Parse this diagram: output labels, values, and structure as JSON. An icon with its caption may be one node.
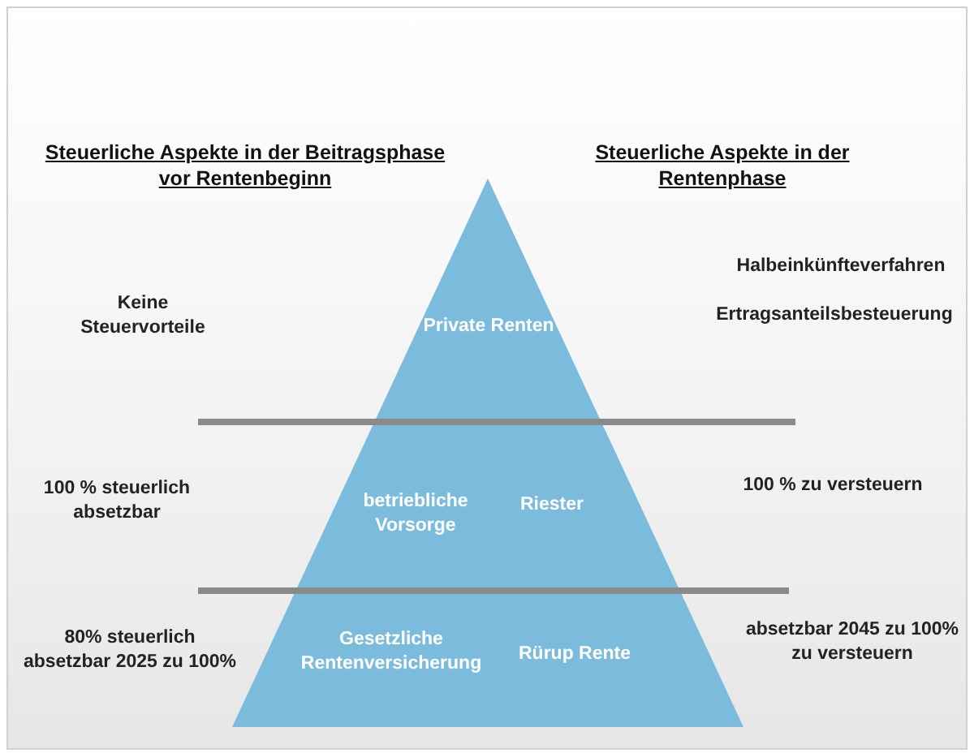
{
  "diagram": {
    "nodes": [
      {
        "text": [
          "Private Renten",
          "betriebliche Vorsorge",
          "Riester",
          "Gesetzliche Rentenversicherung",
          "Rürup Rente"
        ]
      }
    ],
    "labels": [
      "Steuerliche Aspekte in der Beitragsphase vor Rentenbeginn",
      "Steuerliche Aspekte in der Rentenphase",
      "Keine Steuervorteile",
      "Halbeinkünfteverfahren",
      "Ertragsanteilsbesteuerung",
      "100 % steuerlich absetzbar",
      "100 % zu versteuern",
      "80% steuerlich absetzbar 2025 zu 100%",
      "absetzbar 2045 zu 100% zu versteuern"
    ]
  }
}
